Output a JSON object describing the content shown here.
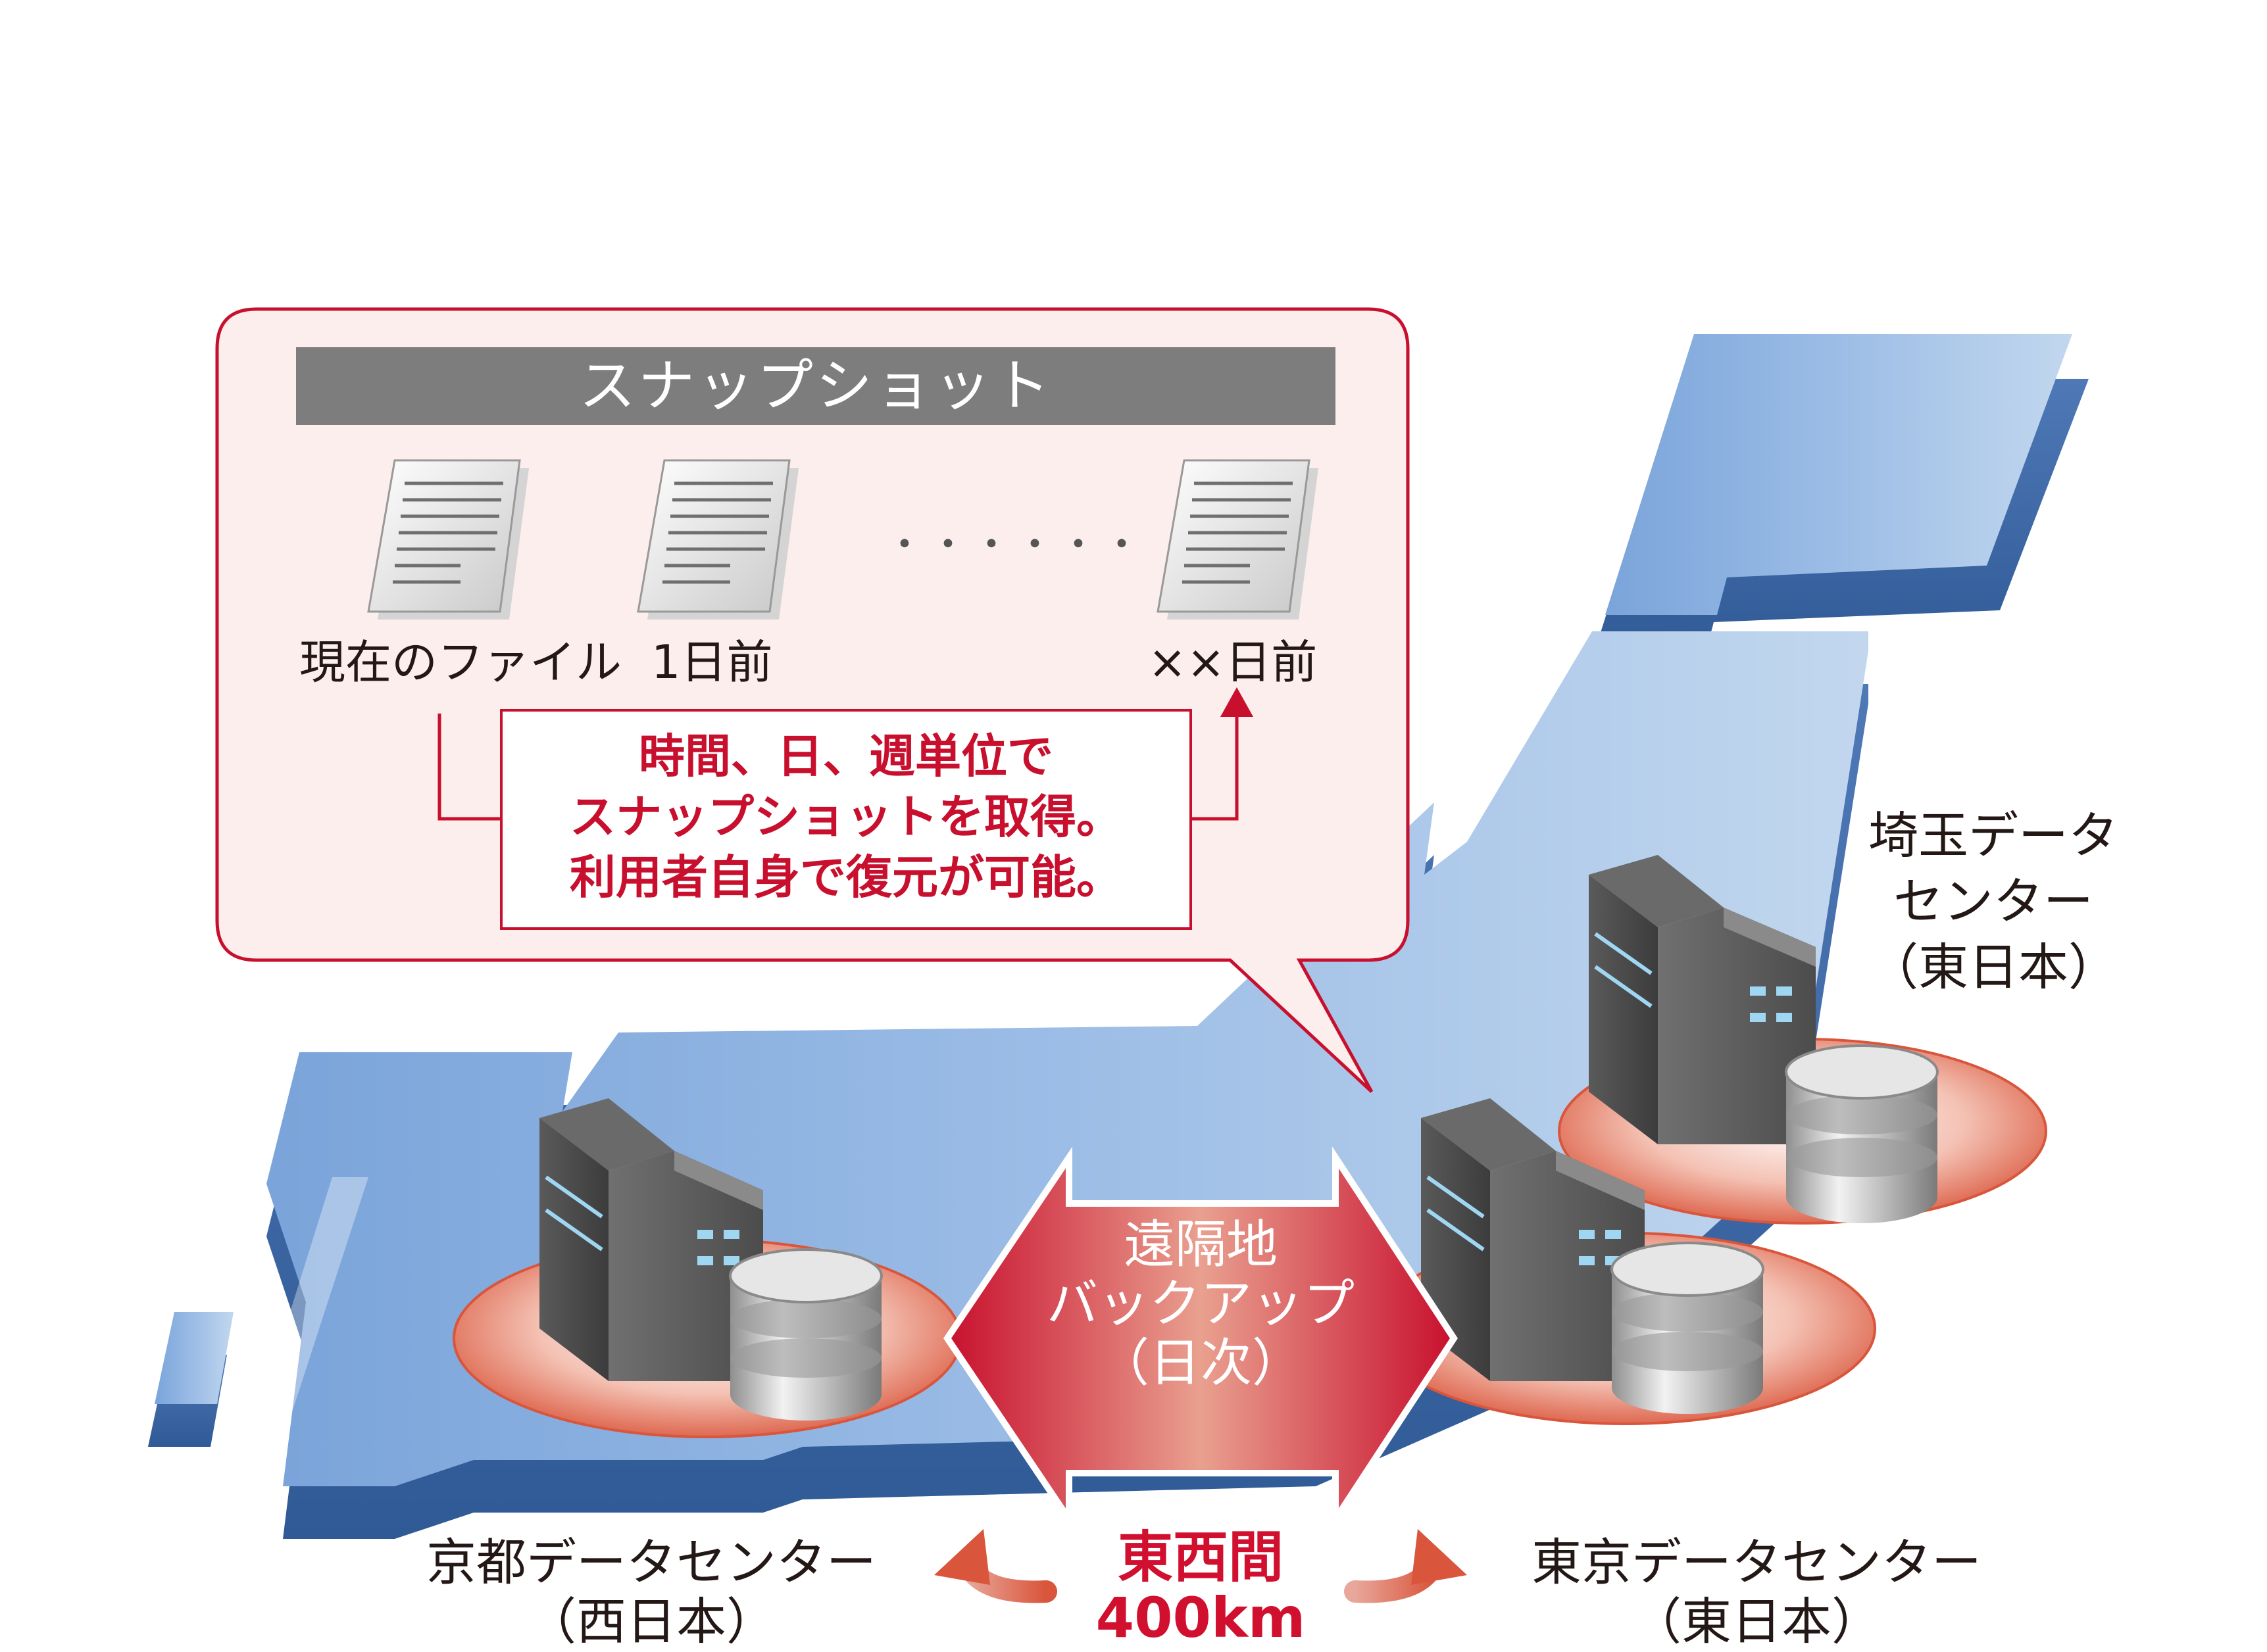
{
  "snapshot": {
    "title": "スナップショット",
    "files": [
      {
        "label": "現在のファイル",
        "icon": "document-icon"
      },
      {
        "label": "1日前",
        "icon": "document-icon"
      },
      {
        "label": "××日前",
        "icon": "document-icon"
      }
    ],
    "ellipsis": "・・・・・・",
    "note": [
      "時間、日、週単位で",
      "スナップショットを取得。",
      "利用者自身で復元が可能。"
    ]
  },
  "backup_arrow": {
    "line1": "遠隔地",
    "line2": "バックアップ",
    "line3": "（日次）"
  },
  "datacenters": {
    "saitama": {
      "line1": "埼玉データ",
      "line2": "センター",
      "line3": "（東日本）"
    },
    "kyoto": {
      "line1": "京都データセンター",
      "line2": "（西日本）"
    },
    "tokyo": {
      "line1": "東京データセンター",
      "line2": "（東日本）"
    }
  },
  "distance": {
    "label": "東西間",
    "value": "400km"
  },
  "colors": {
    "accent_red": "#c8102e",
    "japan_blue": "#8fb3e0",
    "callout_fill": "#fbeeec",
    "title_bar": "#7d7d7d"
  }
}
